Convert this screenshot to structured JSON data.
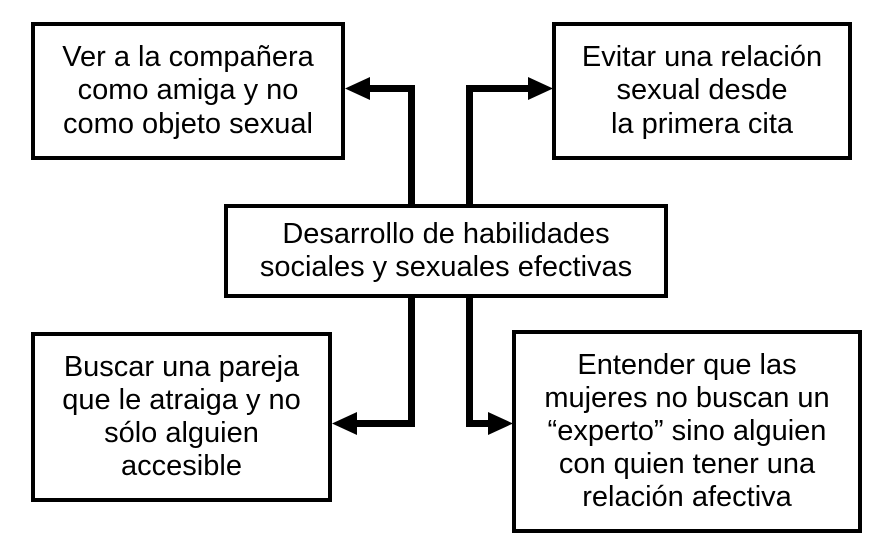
{
  "diagram": {
    "title": "Desarrollo de habilidades sociales y sexuales efectivas",
    "type": "hub-and-spoke flowchart",
    "background_color": "#ffffff",
    "line_color": "#000000",
    "box_fill_color": "#ffffff",
    "nodes": {
      "center": {
        "id": "center",
        "text": "Desarrollo de habilidades\nsociales y sexuales efectivas"
      },
      "top_left": {
        "id": "top-left",
        "text": "Ver a la compañera\ncomo amiga y no\ncomo objeto sexual"
      },
      "top_right": {
        "id": "top-right",
        "text": "Evitar una relación\nsexual desde\nla primera cita"
      },
      "bottom_left": {
        "id": "bottom-left",
        "text": "Buscar una pareja\nque le atraiga y no\nsólo alguien\naccesible"
      },
      "bottom_right": {
        "id": "bottom-right",
        "text": "Entender que las\nmujeres no buscan un\n“experto” sino alguien\ncon quien tener una\nrelación afectiva"
      }
    },
    "connectors": [
      {
        "id": "center-to-top-left",
        "from": "center",
        "to": "top-left",
        "arrow": "end",
        "direction": "left"
      },
      {
        "id": "center-to-top-right",
        "from": "center",
        "to": "top-right",
        "arrow": "end",
        "direction": "right"
      },
      {
        "id": "center-to-bottom-left",
        "from": "center",
        "to": "bottom-left",
        "arrow": "end",
        "direction": "left"
      },
      {
        "id": "center-to-bottom-right",
        "from": "center",
        "to": "bottom-right",
        "arrow": "end",
        "direction": "right"
      }
    ]
  }
}
